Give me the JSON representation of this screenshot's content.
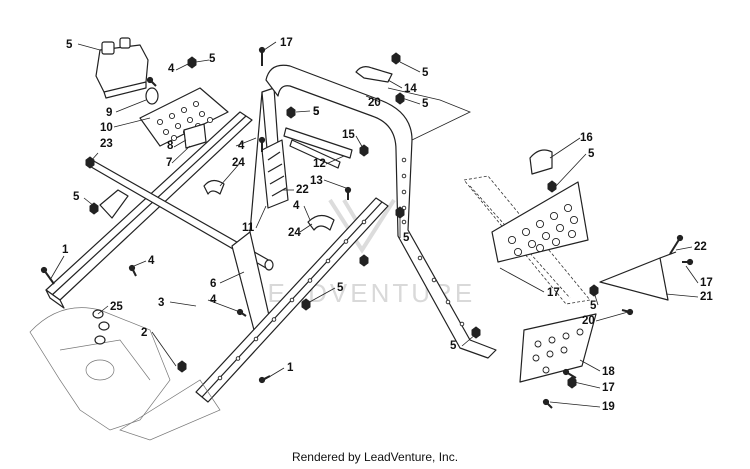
{
  "footer": {
    "text": "Rendered by LeadVenture, Inc."
  },
  "watermark": {
    "text": "LEADVENTURE"
  },
  "callouts": [
    {
      "id": "c5a",
      "text": "5"
    },
    {
      "id": "c4a",
      "text": "4"
    },
    {
      "id": "c5b",
      "text": "5"
    },
    {
      "id": "c17a",
      "text": "17"
    },
    {
      "id": "c9",
      "text": "9"
    },
    {
      "id": "c10",
      "text": "10"
    },
    {
      "id": "c23",
      "text": "23"
    },
    {
      "id": "c8",
      "text": "8"
    },
    {
      "id": "c7",
      "text": "7"
    },
    {
      "id": "c4b",
      "text": "4"
    },
    {
      "id": "c24a",
      "text": "24"
    },
    {
      "id": "c5c",
      "text": "5"
    },
    {
      "id": "c5d",
      "text": "5"
    },
    {
      "id": "c14",
      "text": "14"
    },
    {
      "id": "c20a",
      "text": "20"
    },
    {
      "id": "c5e",
      "text": "5"
    },
    {
      "id": "c5f",
      "text": "5"
    },
    {
      "id": "c15",
      "text": "15"
    },
    {
      "id": "c12",
      "text": "12"
    },
    {
      "id": "c13",
      "text": "13"
    },
    {
      "id": "c22a",
      "text": "22"
    },
    {
      "id": "c16",
      "text": "16"
    },
    {
      "id": "c5g",
      "text": "5"
    },
    {
      "id": "c5h",
      "text": "5"
    },
    {
      "id": "c4c",
      "text": "4"
    },
    {
      "id": "c11",
      "text": "11"
    },
    {
      "id": "c24b",
      "text": "24"
    },
    {
      "id": "c5i",
      "text": "5"
    },
    {
      "id": "c1a",
      "text": "1"
    },
    {
      "id": "c4d",
      "text": "4"
    },
    {
      "id": "c6",
      "text": "6"
    },
    {
      "id": "c5j",
      "text": "5"
    },
    {
      "id": "c17b",
      "text": "17"
    },
    {
      "id": "c22b",
      "text": "22"
    },
    {
      "id": "c17c",
      "text": "17"
    },
    {
      "id": "c21",
      "text": "21"
    },
    {
      "id": "c3",
      "text": "3"
    },
    {
      "id": "c4e",
      "text": "4"
    },
    {
      "id": "c25",
      "text": "25"
    },
    {
      "id": "c5k",
      "text": "5"
    },
    {
      "id": "c20b",
      "text": "20"
    },
    {
      "id": "c2",
      "text": "2"
    },
    {
      "id": "c5l",
      "text": "5"
    },
    {
      "id": "c18",
      "text": "18"
    },
    {
      "id": "c1b",
      "text": "1"
    },
    {
      "id": "c17d",
      "text": "17"
    },
    {
      "id": "c19",
      "text": "19"
    }
  ]
}
